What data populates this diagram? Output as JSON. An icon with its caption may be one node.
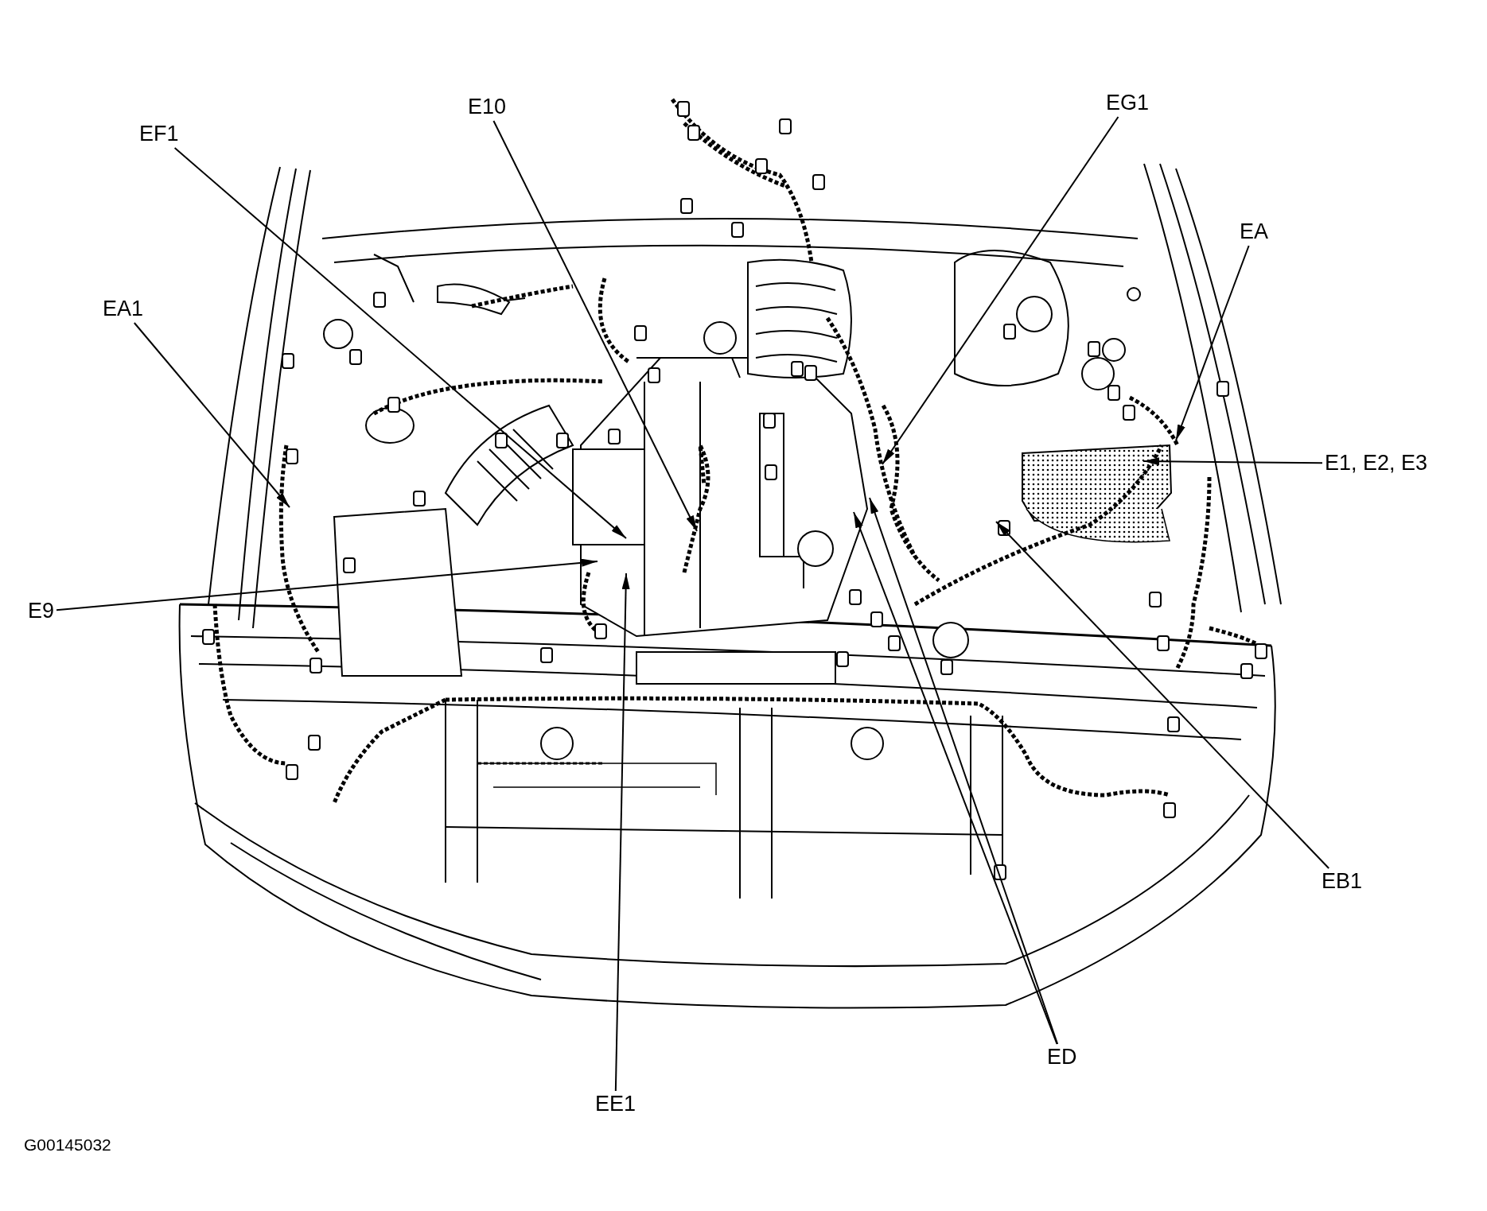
{
  "diagram": {
    "nodes": [
      {
        "text": [
          "EF1"
        ]
      },
      {
        "text": [
          "E10"
        ]
      },
      {
        "text": [
          "EG1"
        ]
      },
      {
        "text": [
          "EA"
        ]
      },
      {
        "text": [
          "EA1"
        ]
      },
      {
        "text": [
          "E1, E2, E3"
        ]
      },
      {
        "text": [
          "E9"
        ]
      },
      {
        "text": [
          "EE1"
        ]
      },
      {
        "text": [
          "ED"
        ]
      },
      {
        "text": [
          "EB1"
        ]
      }
    ],
    "edges": [
      {
        "from": 0,
        "to": null,
        "arrow": "to"
      },
      {
        "from": 1,
        "to": null,
        "arrow": "to"
      },
      {
        "from": 2,
        "to": null,
        "arrow": "to"
      },
      {
        "from": 3,
        "to": null,
        "arrow": "to"
      },
      {
        "from": 4,
        "to": null,
        "arrow": "to"
      },
      {
        "from": 5,
        "to": null,
        "arrow": "to"
      },
      {
        "from": 6,
        "to": null,
        "arrow": "to"
      },
      {
        "from": 7,
        "to": null,
        "arrow": "to"
      },
      {
        "from": 8,
        "to": null,
        "arrow": "to"
      },
      {
        "from": 8,
        "to": null,
        "arrow": "to"
      },
      {
        "from": 9,
        "to": null,
        "arrow": "to"
      }
    ],
    "labels": [
      "G00145032"
    ]
  }
}
